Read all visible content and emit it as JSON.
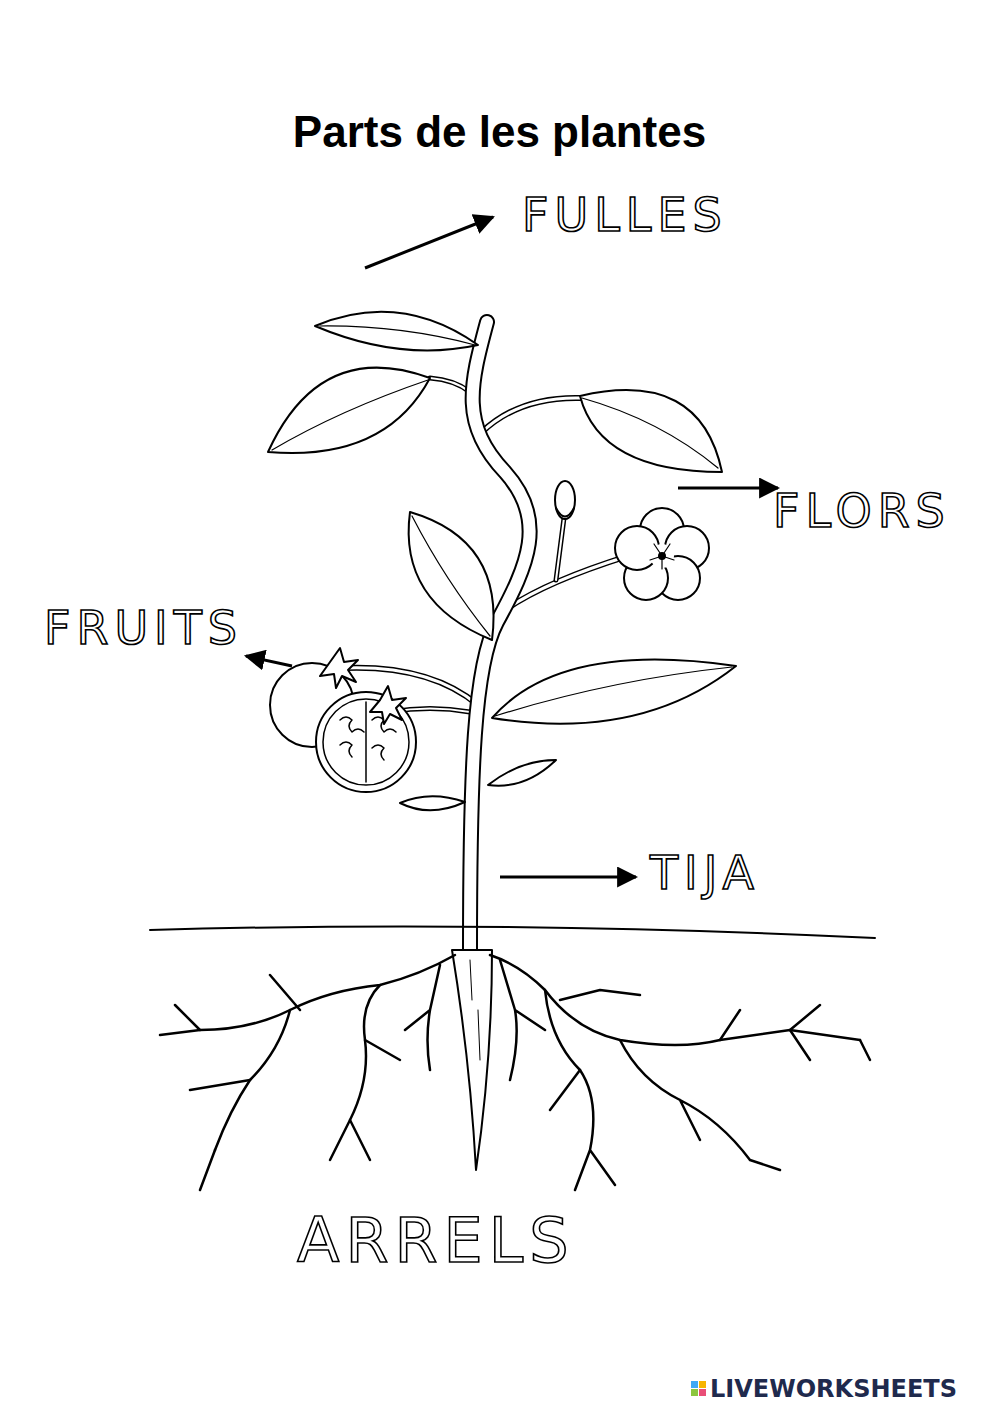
{
  "diagram": {
    "title": "Parts de les plantes",
    "labels": [
      "FULLES",
      "FLORS",
      "FRUITS",
      "TIJA",
      "ARRELS",
      "LIVEWORKSHEETS"
    ]
  }
}
